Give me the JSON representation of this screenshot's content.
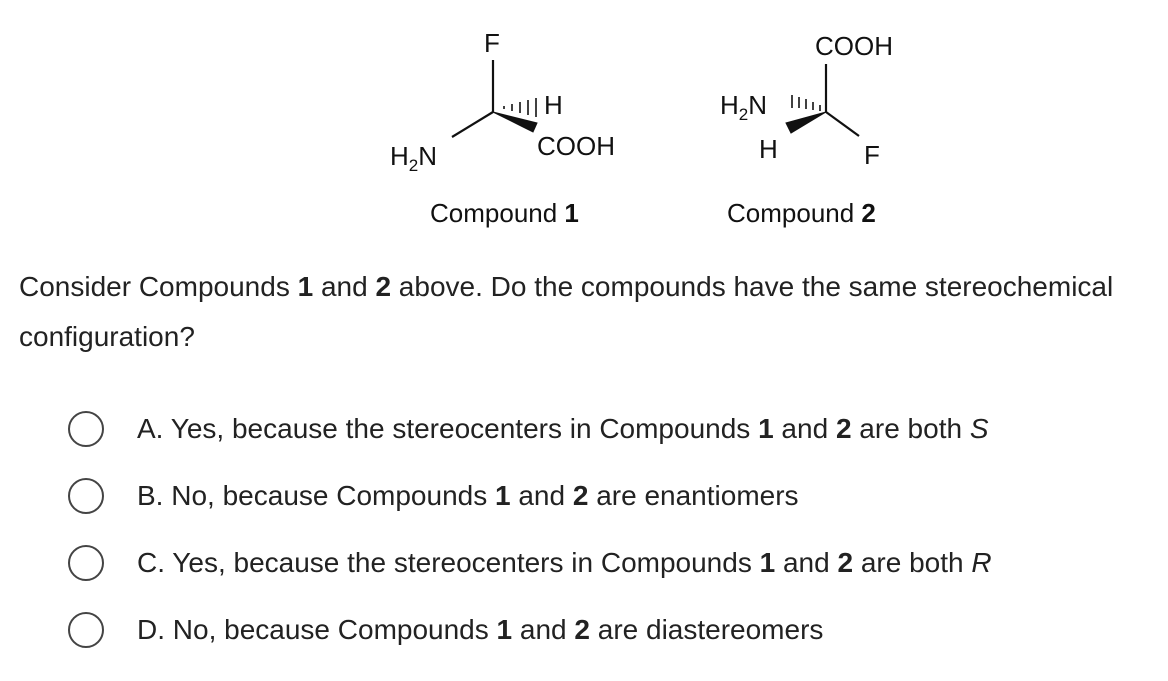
{
  "compound1": {
    "top_label": "F",
    "h_label": "H",
    "acid_label": "COOH",
    "amine_main": "H",
    "amine_sub": "2",
    "amine_tail": "N",
    "caption_prefix": "Compound ",
    "caption_number": "1"
  },
  "compound2": {
    "top_label": "COOH",
    "amine_main": "H",
    "amine_sub": "2",
    "amine_tail": "N",
    "h_label": "H",
    "f_label": "F",
    "caption_prefix": "Compound ",
    "caption_number": "2"
  },
  "question": {
    "part1": "Consider Compounds ",
    "num1": "1",
    "part2": " and ",
    "num2": "2",
    "part3": " above.  Do the compounds have the same stereochemical configuration?"
  },
  "options": [
    {
      "letter": "A.",
      "text_before": " Yes, because the stereocenters in Compounds ",
      "num1": "1",
      "mid": " and ",
      "num2": "2",
      "text_after": " are both ",
      "italic": "S"
    },
    {
      "letter": "B.",
      "text_before": " No, because Compounds ",
      "num1": "1",
      "mid": " and ",
      "num2": "2",
      "text_after": " are enantiomers",
      "italic": ""
    },
    {
      "letter": "C.",
      "text_before": " Yes, because the stereocenters in Compounds ",
      "num1": "1",
      "mid": " and ",
      "num2": "2",
      "text_after": " are both ",
      "italic": "R"
    },
    {
      "letter": "D.",
      "text_before": " No, because Compounds ",
      "num1": "1",
      "mid": " and ",
      "num2": "2",
      "text_after": " are diastereomers",
      "italic": ""
    }
  ]
}
